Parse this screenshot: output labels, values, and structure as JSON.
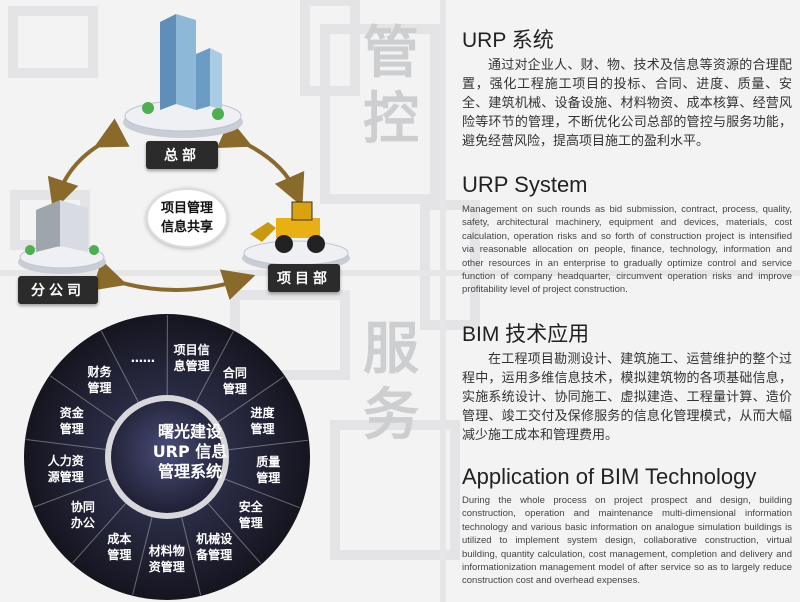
{
  "side_titles": {
    "top": [
      "管",
      "控"
    ],
    "bottom": [
      "服",
      "务"
    ]
  },
  "diagram": {
    "hq_label": "总部",
    "branch_label": "分公司",
    "project_label": "项目部",
    "center_lines": [
      "项目管理",
      "信息共享"
    ]
  },
  "wheel": {
    "center_lines": [
      "曙光建设",
      "URP 信息",
      "管理系统"
    ],
    "segments": [
      {
        "lines": [
          "项目信",
          "息管理"
        ]
      },
      {
        "lines": [
          "合同",
          "管理"
        ]
      },
      {
        "lines": [
          "进度",
          "管理"
        ]
      },
      {
        "lines": [
          "质量",
          "管理"
        ]
      },
      {
        "lines": [
          "安全",
          "管理"
        ]
      },
      {
        "lines": [
          "机械设",
          "备管理"
        ]
      },
      {
        "lines": [
          "材料物",
          "资管理"
        ]
      },
      {
        "lines": [
          "成本",
          "管理"
        ]
      },
      {
        "lines": [
          "协同",
          "办公"
        ]
      },
      {
        "lines": [
          "人力资",
          "源管理"
        ]
      },
      {
        "lines": [
          "资金",
          "管理"
        ]
      },
      {
        "lines": [
          "财务",
          "管理"
        ]
      },
      {
        "lines": [
          "……"
        ]
      }
    ]
  },
  "urp_cn": {
    "heading": "URP 系统",
    "body": "通过对企业人、财、物、技术及信息等资源的合理配置，强化工程施工项目的投标、合同、进度、质量、安全、建筑机械、设备设施、材料物资、成本核算、经营风险等环节的管理，不断优化公司总部的管控与服务功能，避免经营风险，提高项目施工的盈利水平。"
  },
  "urp_en": {
    "heading": "URP System",
    "body": "Management on such rounds as bid submission, contract, process, quality, safety, architectural machinery, equipment and devices, materials, cost calculation, operation risks and so forth of construction project is intensified via reasonable allocation on people, finance, technology, information and other resources in an enterprise to gradually optimize control and service function of company headquarter, circumvent operation risks and improve profitability level of project construction."
  },
  "bim_cn": {
    "heading": "BIM 技术应用",
    "body": "在工程项目勘测设计、建筑施工、运营维护的整个过程中，运用多维信息技术，模拟建筑物的各项基础信息，实施系统设计、协同施工、虚拟建造、工程量计算、造价管理、竣工交付及保修服务的信息化管理模式，从而大幅减少施工成本和管理费用。"
  },
  "bim_en": {
    "heading": "Application of BIM Technology",
    "body": "During the whole process on project prospect and design, building construction, operation and maintenance multi-dimensional information technology and various basic information on analogue simulation buildings is utilized to implement system design, collaborative construction, virtual building, quantity calculation, cost management, completion and delivery and informationization management model of after service so as to largely reduce construction cost and overhead expenses."
  },
  "colors": {
    "wheel_outer": "#1c1d2b",
    "wheel_inner": "#2e3050",
    "label_bg": "#2b2b2b",
    "arrow": "#8a6a2a",
    "bg": "#f3f3f4"
  }
}
